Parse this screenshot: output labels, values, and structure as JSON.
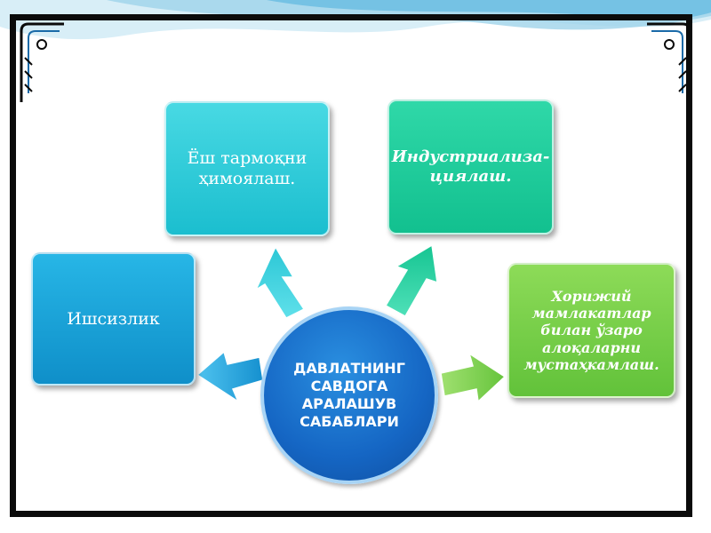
{
  "diagram": {
    "center": "ДАВЛАТНИНГ\nСАВДОГА\nАРАЛАШУВ\nСАБАБЛАРИ",
    "nodes": {
      "left": "Ишсизлик",
      "top_left": "Ёш тармоқни\nҳимоялаш.",
      "top_right": "Индустриализа-\nциялаш.",
      "right": "Хорижий\nмамлакатлар\nбилан ўзаро\nалоқаларни\nмустаҳкамлаш."
    }
  },
  "colors": {
    "left": "#1a9fd8",
    "top_left": "#2ccad8",
    "top_right": "#1ccb98",
    "right": "#74cc47",
    "center": "#1566c4"
  }
}
